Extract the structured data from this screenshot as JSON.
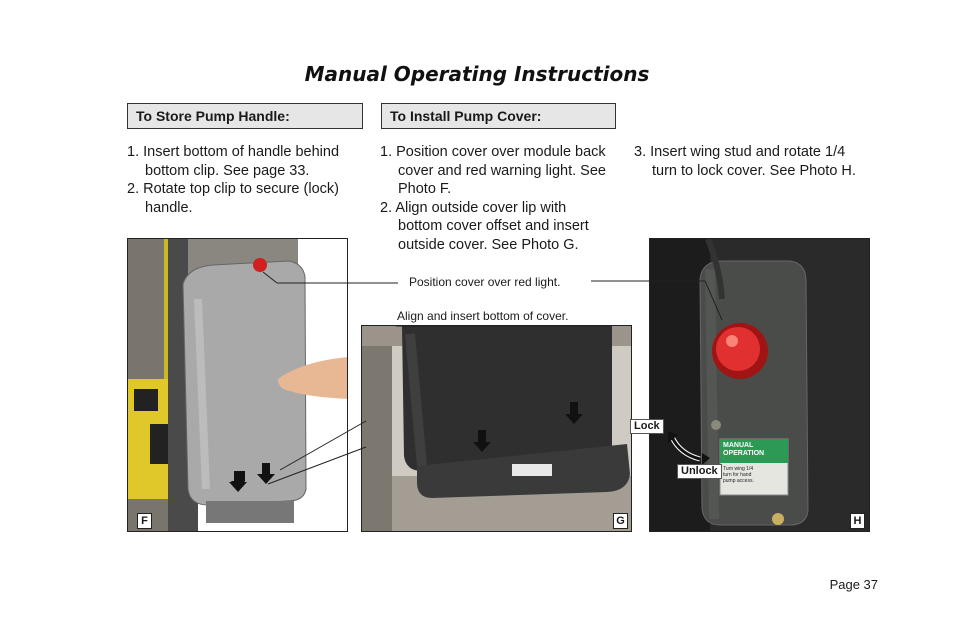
{
  "title": "Manual Operating Instructions",
  "sections": {
    "store": {
      "heading": "To Store Pump Handle:",
      "steps": [
        "1. Insert bottom of handle behind bottom clip.  See page 33.",
        "2. Rotate top clip to secure (lock) handle."
      ]
    },
    "install": {
      "heading": "To Install Pump Cover:",
      "steps": [
        "1. Position cover over module back cover and red warning light.  See Photo F.",
        "2. Align outside cover lip with bottom cover offset and insert outside cover.  See Photo G."
      ]
    },
    "install_cont": {
      "steps": [
        "3. Insert wing stud and rotate 1/4 turn to lock cover.  See Photo H."
      ]
    }
  },
  "photos": {
    "f": {
      "label": "F"
    },
    "g": {
      "label": "G"
    },
    "h": {
      "label": "H"
    }
  },
  "captions": {
    "red_light": "Position cover over red light.",
    "bottom": "Align and insert bottom of cover.",
    "lock": "Lock",
    "unlock": "Unlock"
  },
  "decal": {
    "title": "MANUAL OPERATION",
    "text": "Turn wing 1/4 turn for hand pump access."
  },
  "page_number": "Page 37"
}
